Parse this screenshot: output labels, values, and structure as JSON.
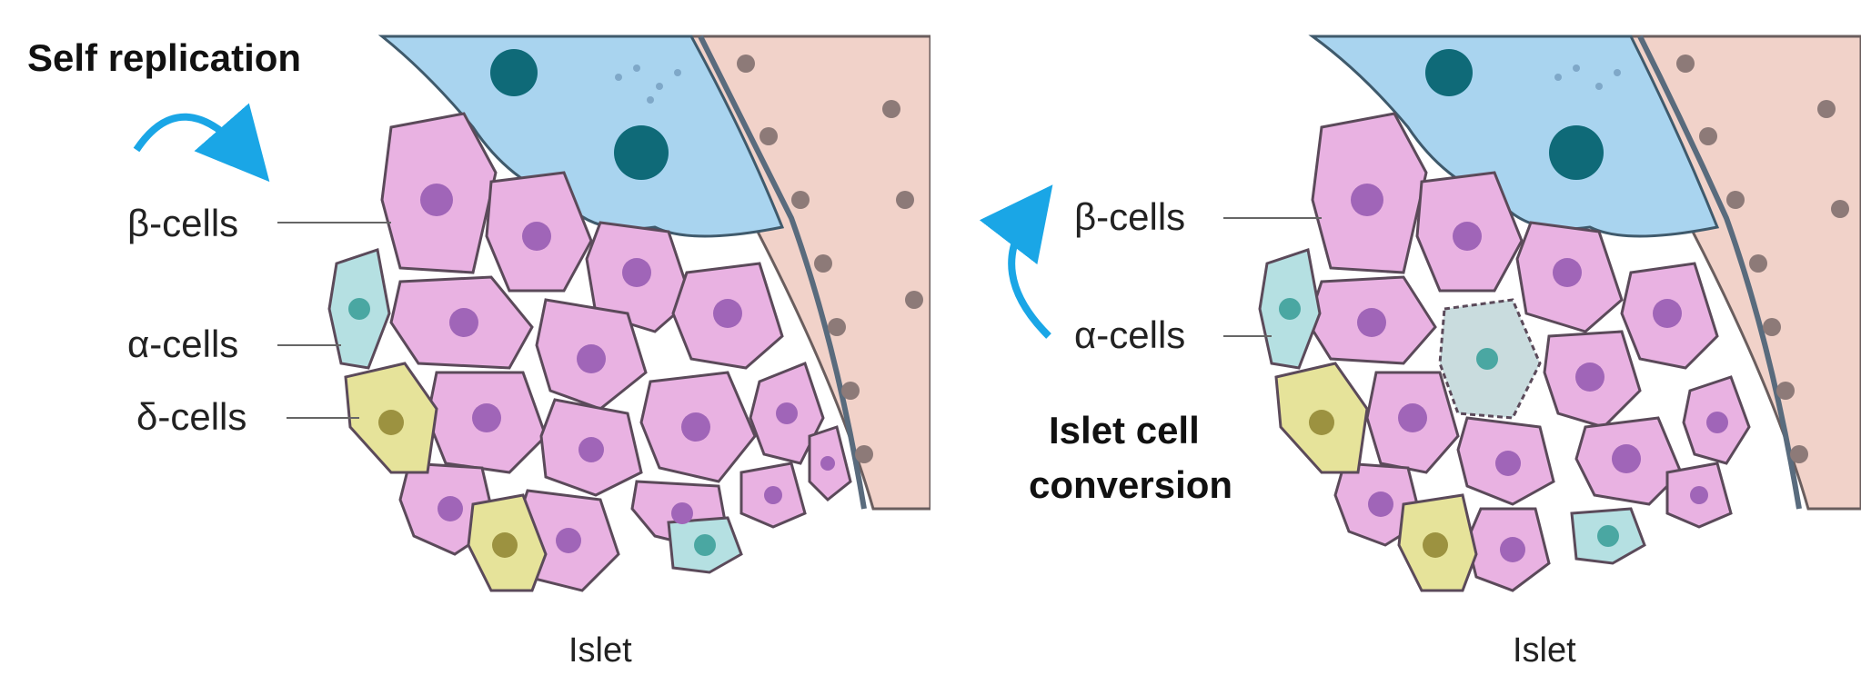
{
  "panels": [
    {
      "heading": "Self replication",
      "labels": {
        "beta": "β-cells",
        "alpha": "α-cells",
        "delta": "δ-cells"
      },
      "caption": "Islet"
    },
    {
      "heading_line1": "Islet cell",
      "heading_line2": "conversion",
      "labels": {
        "beta": "β-cells",
        "alpha": "α-cells"
      },
      "caption": "Islet"
    }
  ],
  "colors": {
    "arrow": "#1aa6e6",
    "beta_cell": "#e9b2e2",
    "alpha_cell": "#b5e0e2",
    "delta_cell": "#e6e39a",
    "duct_cell": "#a9d4ef",
    "acinar_cell": "#f1d2c9"
  }
}
